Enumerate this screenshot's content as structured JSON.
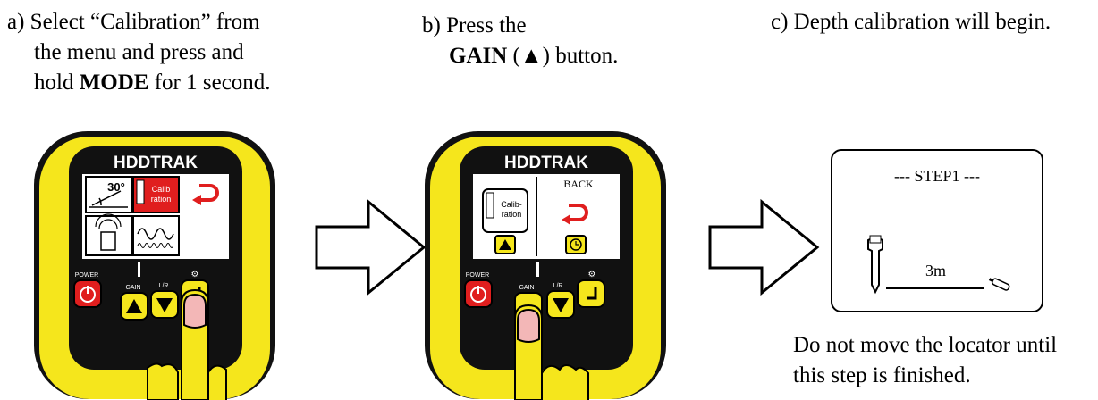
{
  "captions": {
    "a": {
      "line1_prefix": "a) Select “Calibration” from",
      "line2": "the menu and press and",
      "line3_pre": "hold ",
      "line3_bold": "MODE",
      "line3_post": " for 1 second."
    },
    "b": {
      "line1": "b) Press the",
      "line2_bold": "GAIN",
      "line2_glyph": " (▲)",
      "line2_post": " button."
    },
    "c": {
      "line1": "c) Depth calibration will begin."
    }
  },
  "note": {
    "line1": "Do not move the locator until",
    "line2": "this step is finished."
  },
  "device": {
    "brand": "HDDTRAK",
    "power_label": "POWER",
    "gain_label": "GAIN",
    "lr_label": "L/R",
    "mode_glyph": "⚙",
    "colors": {
      "body": "#f5e61c",
      "screen": "#111111",
      "power": "#e01e1e",
      "button": "#f5e61c",
      "menu_highlight": "#e01e1e"
    }
  },
  "screen_a": {
    "angle_label": "30°",
    "calibration_label_1": "Calib",
    "calibration_label_2": "ration"
  },
  "screen_b": {
    "back_label": "BACK",
    "calibration_label_1": "Calib-",
    "calibration_label_2": "ration"
  },
  "step_screen": {
    "title": "--- STEP1 ---",
    "distance": "3m"
  }
}
